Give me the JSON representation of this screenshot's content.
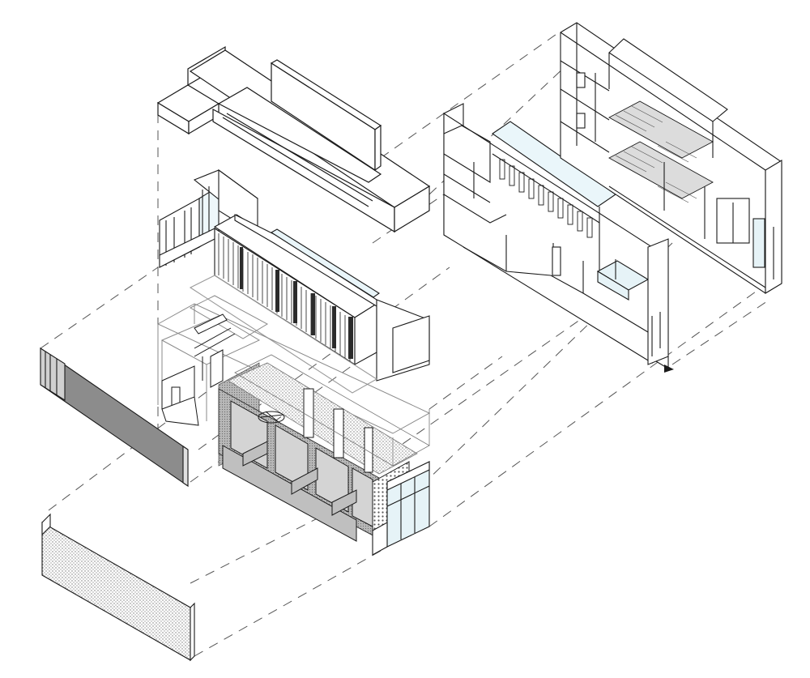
{
  "diagram": {
    "kind": "exploded-axonometric-building-diagram",
    "components": [
      {
        "id": "roof",
        "label": ""
      },
      {
        "id": "upper-floor",
        "label": ""
      },
      {
        "id": "ground-floor",
        "label": ""
      },
      {
        "id": "left-panel",
        "label": ""
      },
      {
        "id": "base-wall",
        "label": ""
      },
      {
        "id": "section-front",
        "label": ""
      },
      {
        "id": "section-rear",
        "label": ""
      }
    ],
    "colors": {
      "line": "#1a1a1a",
      "faint_line": "#9a9a9a",
      "glass": "#d9eef5",
      "panel_gray": "#8c8c8c",
      "screen_gray": "#bdbdbd",
      "dashed": "#555555"
    },
    "icons": [
      "north-arrow-icon"
    ]
  }
}
